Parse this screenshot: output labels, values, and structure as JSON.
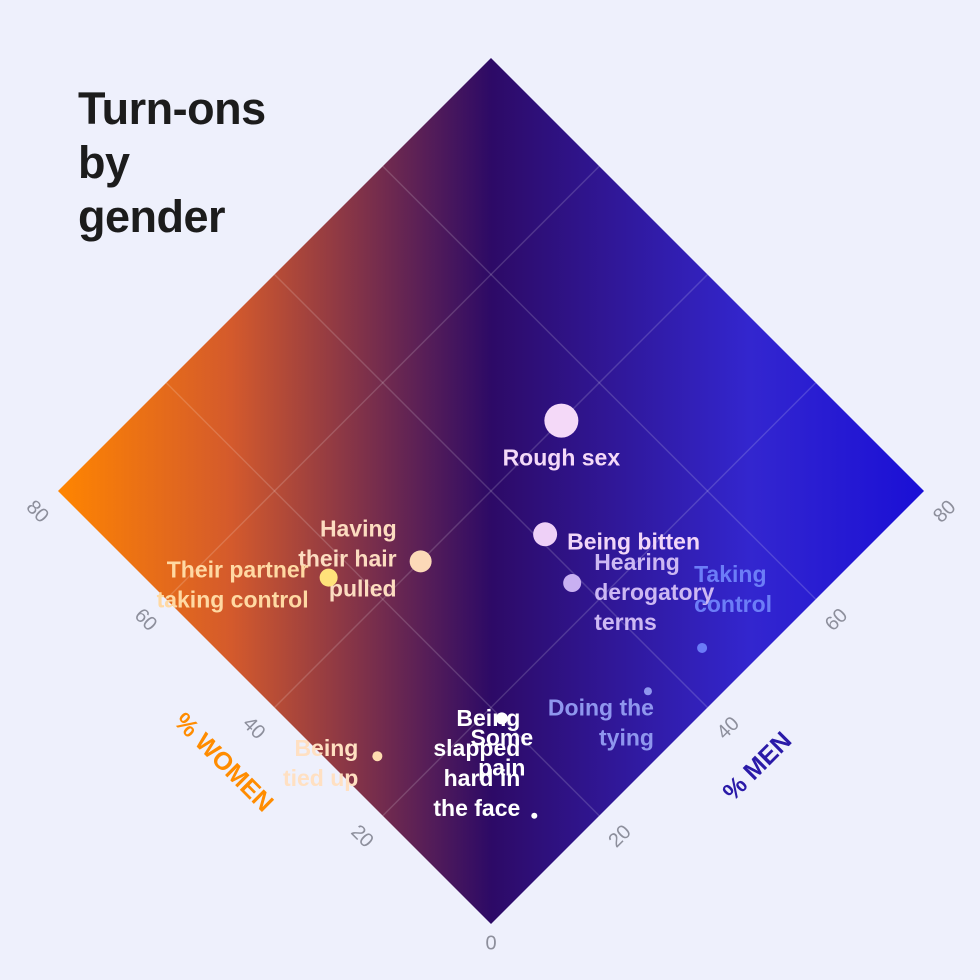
{
  "title_lines": [
    "Turn-ons",
    "by",
    "gender"
  ],
  "chart_data": {
    "type": "scatter",
    "title": "Turn-ons by gender",
    "x_axis": {
      "label": "% WOMEN",
      "ticks": [
        0,
        20,
        40,
        60,
        80
      ],
      "range": [
        0,
        80
      ],
      "color": "#ff8c00"
    },
    "y_axis": {
      "label": "% MEN",
      "ticks": [
        0,
        20,
        40,
        60,
        80
      ],
      "range": [
        0,
        80
      ],
      "color": "#2a1aa8"
    },
    "grid": true,
    "gradient": {
      "women": "#ff8500",
      "middle": "#2d0a66",
      "men": "#1a0fd6"
    },
    "points": [
      {
        "label": [
          "Rough sex"
        ],
        "women": 40,
        "men": 53,
        "size": 17,
        "color": "#f4d9f8",
        "label_color": "#f4d9f8"
      },
      {
        "label": [
          "Being bitten"
        ],
        "women": 31,
        "men": 41,
        "size": 12,
        "color": "#eed0f7",
        "label_color": "#f1d6f8"
      },
      {
        "label": [
          "Having",
          "their hair",
          "pulled"
        ],
        "women": 40,
        "men": 27,
        "size": 11,
        "color": "#fcd9b8",
        "label_color": "#fcdcc0"
      },
      {
        "label": [
          "Hearing",
          "derogatory",
          "terms"
        ],
        "women": 24,
        "men": 39,
        "size": 9,
        "color": "#c9b0f2",
        "label_color": "#ccb8f3"
      },
      {
        "label": [
          "Their partner",
          "taking control"
        ],
        "women": 47,
        "men": 17,
        "size": 9,
        "color": "#ffe27a",
        "label_color": "#ffd9a3"
      },
      {
        "label": [
          "Taking",
          "control"
        ],
        "women": 6,
        "men": 45,
        "size": 5,
        "color": "#6b7cf7",
        "label_color": "#6c7df7"
      },
      {
        "label": [
          "Some",
          "pain"
        ],
        "women": 18,
        "men": 20,
        "size": 6,
        "color": "#ffffff",
        "label_color": "#ffffff"
      },
      {
        "label": [
          "Being",
          "tied up"
        ],
        "women": 26,
        "men": 5,
        "size": 5,
        "color": "#ffdcb0",
        "label_color": "#ffe0c2"
      },
      {
        "label": [
          "Doing the",
          "tying"
        ],
        "women": 7,
        "men": 36,
        "size": 4,
        "color": "#8f96ee",
        "label_color": "#8f96ee"
      },
      {
        "label": [
          "Being",
          "slapped",
          "hard in",
          "the face"
        ],
        "women": 6,
        "men": 14,
        "size": 3,
        "color": "#ffffff",
        "label_color": "#ffffff"
      }
    ]
  }
}
